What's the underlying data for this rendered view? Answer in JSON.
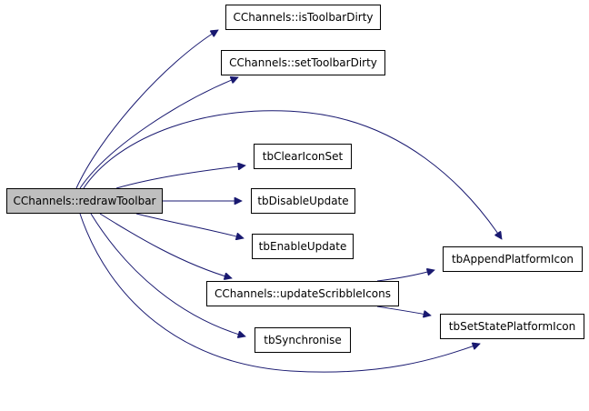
{
  "diagram": {
    "type": "call-graph",
    "root": "CChannels::redrawToolbar",
    "nodes": [
      {
        "id": "redrawToolbar",
        "label": "CChannels::redrawToolbar",
        "highlighted": true
      },
      {
        "id": "isToolbarDirty",
        "label": "CChannels::isToolbarDirty"
      },
      {
        "id": "setToolbarDirty",
        "label": "CChannels::setToolbarDirty"
      },
      {
        "id": "tbClearIconSet",
        "label": "tbClearIconSet"
      },
      {
        "id": "tbDisableUpdate",
        "label": "tbDisableUpdate"
      },
      {
        "id": "tbEnableUpdate",
        "label": "tbEnableUpdate"
      },
      {
        "id": "updateScribbleIcons",
        "label": "CChannels::updateScribbleIcons"
      },
      {
        "id": "tbSynchronise",
        "label": "tbSynchronise"
      },
      {
        "id": "tbAppendPlatformIcon",
        "label": "tbAppendPlatformIcon"
      },
      {
        "id": "tbSetStatePlatformIcon",
        "label": "tbSetStatePlatformIcon"
      }
    ],
    "edges": [
      {
        "from": "redrawToolbar",
        "to": "isToolbarDirty"
      },
      {
        "from": "redrawToolbar",
        "to": "setToolbarDirty"
      },
      {
        "from": "redrawToolbar",
        "to": "tbAppendPlatformIcon"
      },
      {
        "from": "redrawToolbar",
        "to": "tbClearIconSet"
      },
      {
        "from": "redrawToolbar",
        "to": "tbDisableUpdate"
      },
      {
        "from": "redrawToolbar",
        "to": "tbEnableUpdate"
      },
      {
        "from": "redrawToolbar",
        "to": "updateScribbleIcons"
      },
      {
        "from": "redrawToolbar",
        "to": "tbSynchronise"
      },
      {
        "from": "redrawToolbar",
        "to": "tbSetStatePlatformIcon"
      },
      {
        "from": "updateScribbleIcons",
        "to": "tbAppendPlatformIcon"
      },
      {
        "from": "updateScribbleIcons",
        "to": "tbSetStatePlatformIcon"
      }
    ],
    "colors": {
      "edge": "#191970",
      "node_border": "#000000",
      "node_fill": "#ffffff",
      "root_fill": "#bfbfbf"
    }
  }
}
